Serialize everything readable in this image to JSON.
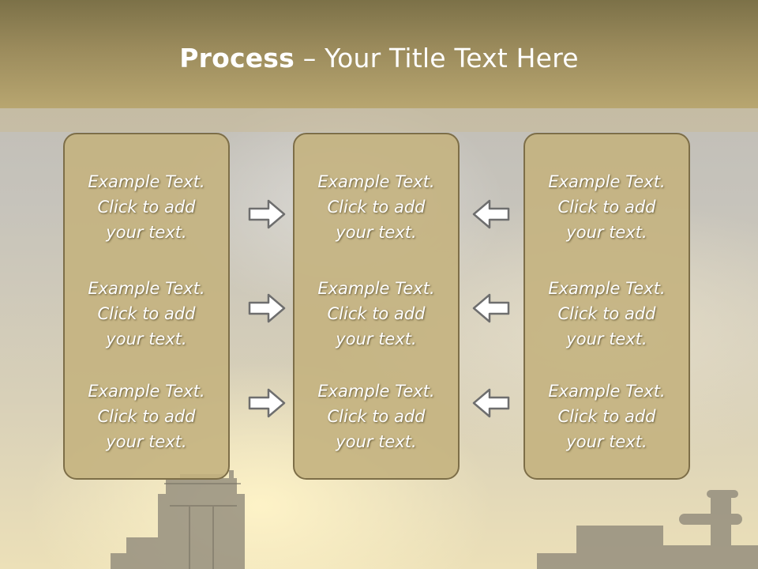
{
  "slide": {
    "title_bold": "Process",
    "title_dash": " – ",
    "title_rest": "Your Title Text Here"
  },
  "columns": [
    {
      "items": [
        {
          "line1": "Example Text.",
          "line2": "Click  to add",
          "line3": "your text."
        },
        {
          "line1": "Example Text.",
          "line2": "Click  to add",
          "line3": "your text."
        },
        {
          "line1": "Example Text.",
          "line2": "Click  to add",
          "line3": "your text."
        }
      ]
    },
    {
      "items": [
        {
          "line1": "Example Text.",
          "line2": "Click  to add",
          "line3": "your text."
        },
        {
          "line1": "Example Text.",
          "line2": "Click  to add",
          "line3": "your text."
        },
        {
          "line1": "Example Text.",
          "line2": "Click  to add",
          "line3": "your text."
        }
      ]
    },
    {
      "items": [
        {
          "line1": "Example Text.",
          "line2": "Click  to add",
          "line3": "your text."
        },
        {
          "line1": "Example Text.",
          "line2": "Click  to add",
          "line3": "your text."
        },
        {
          "line1": "Example Text.",
          "line2": "Click  to add",
          "line3": "your text."
        }
      ]
    }
  ],
  "arrows": {
    "left_group_direction": "right",
    "right_group_direction": "left"
  },
  "colors": {
    "header": "#9b8b5c",
    "box_fill": "#c4b280",
    "box_border": "#7d6e48",
    "text": "#ffffff"
  }
}
